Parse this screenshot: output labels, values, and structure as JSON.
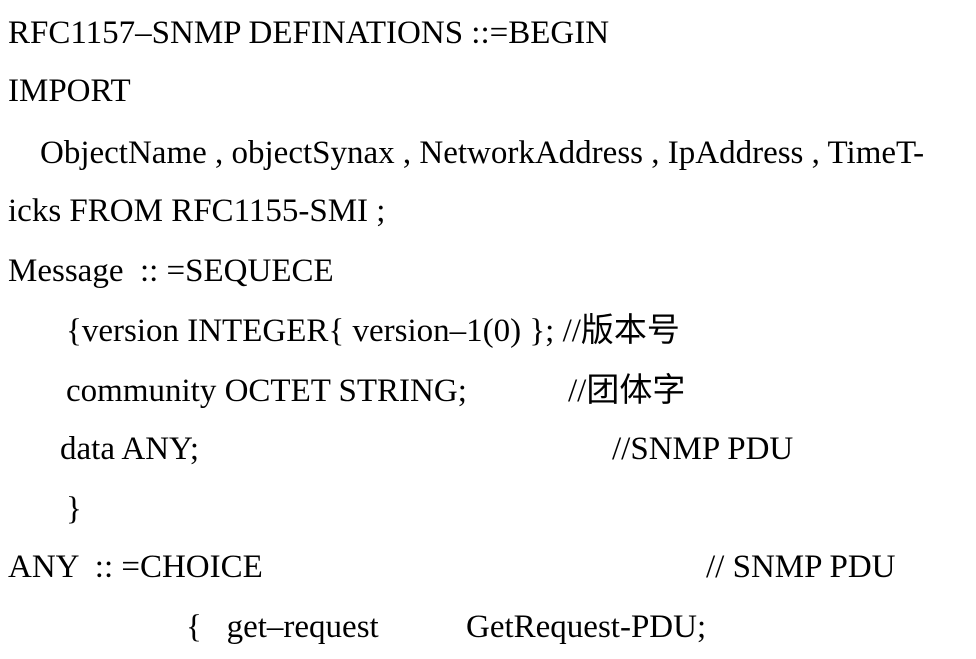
{
  "document": {
    "lines": [
      "RFC1157–SNMP DEFINATIONS ::=BEGIN",
      "IMPORT",
      "ObjectName , objectSynax , NetworkAddress , IpAddress , TimeT-",
      "icks FROM RFC1155-SMI ;",
      "Message  :: =SEQUECE",
      "{version INTEGER{ version–1(0) }; //版本号"
    ],
    "line7_code": "community OCTET STRING;",
    "line7_comment": "//团体字",
    "line8_code": "data ANY;",
    "line8_comment": "//SNMP PDU",
    "line9": "}",
    "line10_code": "ANY  :: =CHOICE",
    "line10_comment": "// SNMP PDU",
    "line11_code": "{   get–request",
    "line11_comment": "GetRequest-PDU;"
  }
}
